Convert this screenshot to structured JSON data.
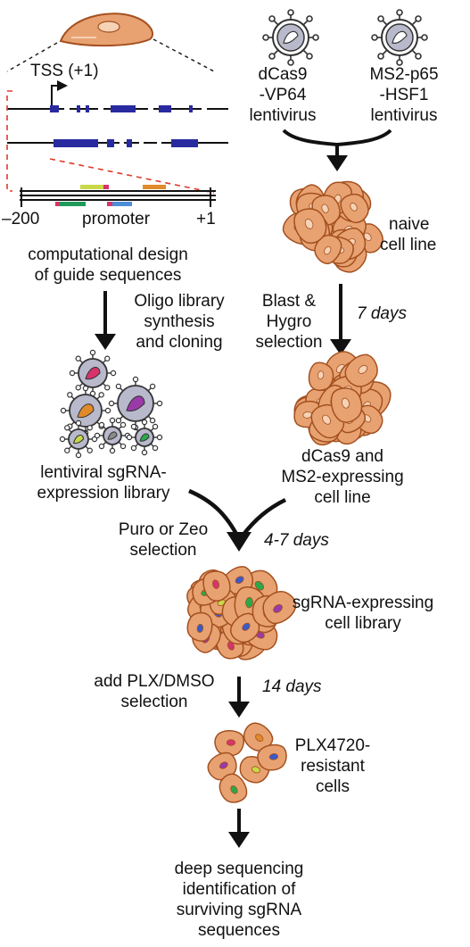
{
  "labels": {
    "tss": "TSS (+1)",
    "dcas9": [
      "dCas9",
      "-VP64",
      "lentivirus"
    ],
    "ms2": [
      "MS2-p65",
      "-HSF1",
      "lentivirus"
    ],
    "minus200": "–200",
    "promoter": "promoter",
    "plus1": "+1",
    "comp_design": [
      "computational design",
      "of guide sequences"
    ],
    "oligo": [
      "Oligo library",
      "synthesis",
      "and cloning"
    ],
    "naive": [
      "naive",
      "cell line"
    ],
    "blast": [
      "Blast &",
      "Hygro",
      "selection"
    ],
    "seven_days": "7 days",
    "lenti_lib": [
      "lentiviral sgRNA-",
      "expression library"
    ],
    "dcas9_line": [
      "dCas9 and",
      "MS2-expressing",
      "cell line"
    ],
    "puro": [
      "Puro or Zeo",
      "selection"
    ],
    "four_seven": "4-7 days",
    "sgrna_lib": [
      "sgRNA-expressing",
      "cell library"
    ],
    "plx_add": [
      "add PLX/DMSO",
      "selection"
    ],
    "fourteen": "14 days",
    "plx_res": [
      "PLX4720-",
      "resistant",
      "cells"
    ],
    "deep_seq": [
      "deep sequencing",
      "identification of",
      "surviving sgRNA",
      "sequences"
    ]
  },
  "colors": {
    "cell_fill": "#e8a272",
    "cell_stroke": "#a4501f",
    "nucleus": "#f6d3b6",
    "exon": "#2a2aa0",
    "zoom_dash": "#e03a2a",
    "virus_fill": "#b9b9cc",
    "promoter_marks": [
      "#1f9a5a",
      "#d6346b",
      "#c8d848",
      "#d6346b",
      "#4a8ed8",
      "#e08a2a"
    ],
    "sgrna_colors": [
      "#d6346b",
      "#e08a2a",
      "#9a3aa8",
      "#c8d848",
      "#2aa84a",
      "#3a5ac8"
    ]
  }
}
